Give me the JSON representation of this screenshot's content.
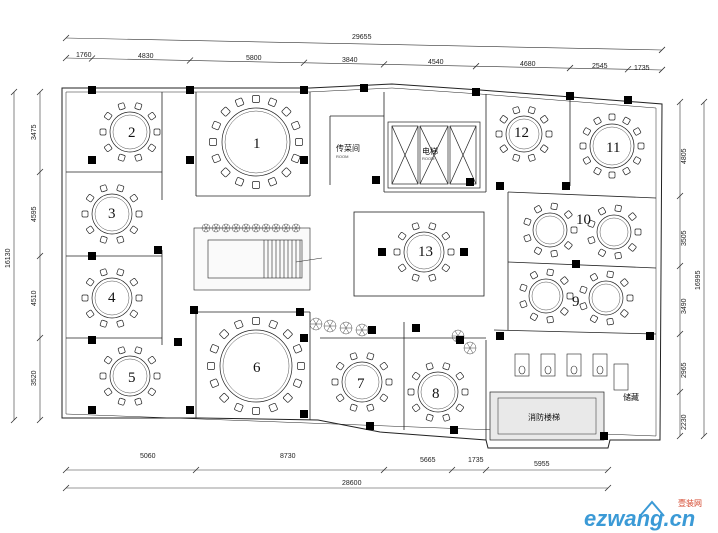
{
  "dimensions": {
    "top_total": "29655",
    "top": [
      "1760",
      "4830",
      "5800",
      "3840",
      "4540",
      "4680",
      "2545",
      "1735"
    ],
    "left_total": "16130",
    "left": [
      "3475",
      "4595",
      "4510",
      "3520"
    ],
    "right_total": "16995",
    "right": [
      "4805",
      "3505",
      "3490",
      "2965",
      "2230"
    ],
    "bottom_total": "28600",
    "bottom": [
      "5060",
      "8730",
      "5665",
      "1735",
      "5955"
    ]
  },
  "tables": [
    "1",
    "2",
    "3",
    "4",
    "5",
    "6",
    "7",
    "8",
    "9",
    "10",
    "11",
    "12",
    "13"
  ],
  "rooms": {
    "serving": "传菜间",
    "serving_sub": "ROOM",
    "elevator": "电梯",
    "elevator_sub": "ROOM",
    "fire_stairs": "消防楼梯",
    "storage": "储藏"
  },
  "watermark": {
    "logo": "ezwang.cn",
    "tag": "壹装网"
  },
  "colors": {
    "line": "#222222",
    "column": "#000000",
    "fill_stair": "#e9e9e9",
    "watermark_blue": "#3b9ad6",
    "watermark_red": "#d4452b"
  }
}
